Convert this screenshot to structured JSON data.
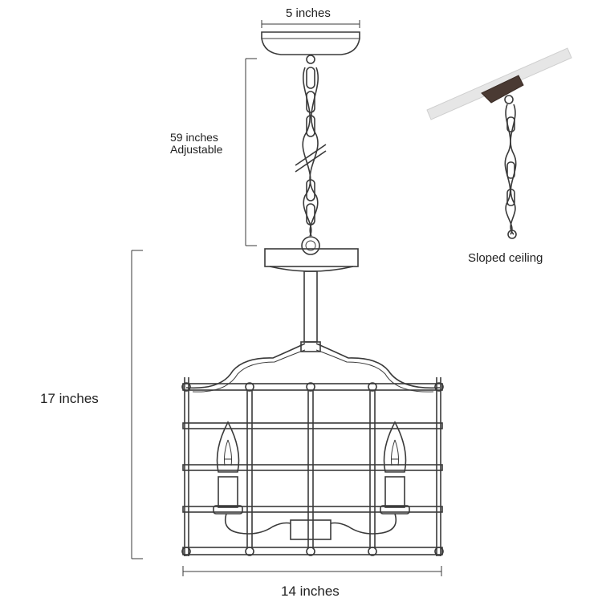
{
  "labels": {
    "canopy_width": "5 inches",
    "chain_length_line1": "59 inches",
    "chain_length_line2": "Adjustable",
    "body_height": "17 inches",
    "body_width": "14 inches",
    "sloped_ceiling": "Sloped ceiling"
  },
  "colors": {
    "line": "#3a3a3a",
    "canopy_dark": "#4a3a33",
    "ceiling_fill": "#e6e6e6"
  },
  "icons": {
    "bulbs": [
      "candle-bulb-icon",
      "candle-bulb-icon"
    ]
  }
}
